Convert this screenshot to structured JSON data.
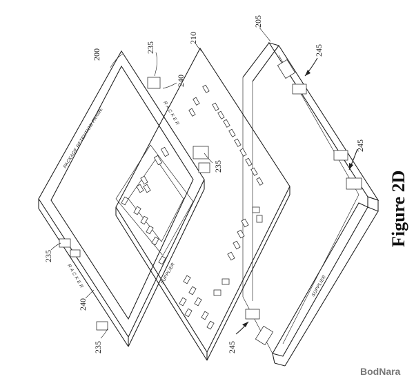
{
  "figure": {
    "title": "Figure 2D",
    "watermark": "BodNara"
  },
  "labels": {
    "frame_200": "200",
    "substrate_210": "210",
    "tray_205": "205",
    "tab_235_top": "235",
    "tab_235_mid": "235",
    "tab_235_left": "235",
    "tab_235_bottom": "235",
    "ref_240_top": "240",
    "ref_240_left": "240",
    "ref_245_top": "245",
    "ref_245_mid": "245",
    "ref_245_bottom": "245"
  },
  "markings": {
    "frame_text": "PACKAGE RETENTION FRAME",
    "frame_supplier": "SUPPLIER",
    "tray_supplier": "SUPPLIER",
    "rack_text_top": "R A C K E R",
    "rack_text_left": "R A C K E R"
  }
}
